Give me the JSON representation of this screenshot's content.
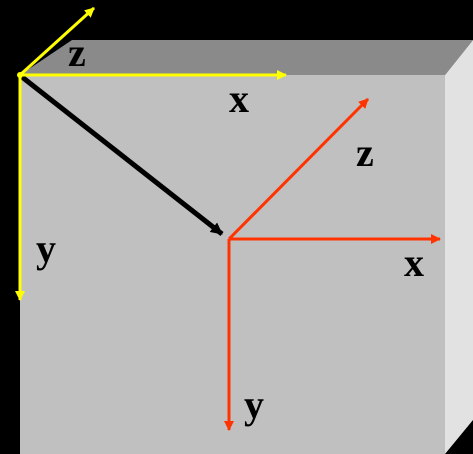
{
  "colors": {
    "background": "#000000",
    "box_front": "#c0c0c0",
    "box_top": "#8a8a8a",
    "box_side": "#e2e2e2",
    "world_frame": "#ffff00",
    "local_frame": "#ff3300",
    "translation_vector": "#000000",
    "label_color": "#000000"
  },
  "world_frame": {
    "icon": "coordinate-frame-icon",
    "labels": {
      "x": "x",
      "y": "y",
      "z": "z"
    }
  },
  "local_frame": {
    "icon": "coordinate-frame-icon",
    "labels": {
      "x": "x",
      "y": "y",
      "z": "z"
    }
  },
  "translation": {
    "icon": "arrow-icon"
  }
}
